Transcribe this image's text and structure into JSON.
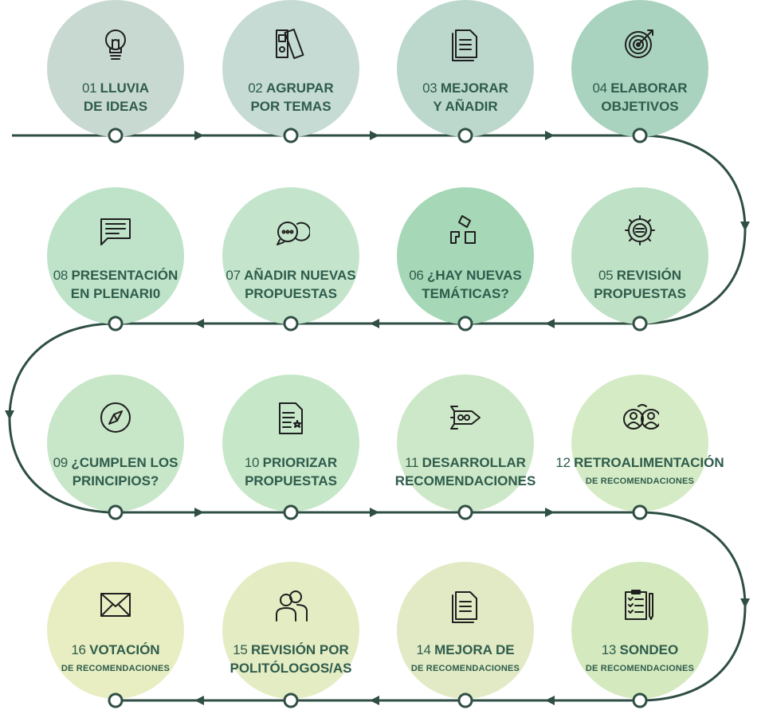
{
  "colors": {
    "line": "#2f4f44",
    "text": "#2f5c4c",
    "row1": [
      "#c8d9d2",
      "#c5dbd4",
      "#bcd8cd",
      "#a9d3bf"
    ],
    "row2": [
      "#bfe3c9",
      "#c4e5cc",
      "#a6d7b7",
      "#bfe1c5"
    ],
    "row3": [
      "#c8e6c8",
      "#c6e7c8",
      "#cde8c8",
      "#d5ebc5"
    ],
    "row4": [
      "#e8eec2",
      "#e4ecc3",
      "#e1eac4",
      "#d4e9be"
    ]
  },
  "steps": [
    {
      "num": "01",
      "title": "LLUVIA",
      "title2": "DE IDEAS",
      "sub": "",
      "icon": "lightbulb-icon"
    },
    {
      "num": "02",
      "title": "AGRUPAR",
      "title2": "POR TEMAS",
      "sub": "",
      "icon": "binders-icon"
    },
    {
      "num": "03",
      "title": "MEJORAR",
      "title2": "Y AÑADIR",
      "sub": "",
      "icon": "document-icon"
    },
    {
      "num": "04",
      "title": "ELABORAR",
      "title2": "OBJETIVOS",
      "sub": "",
      "icon": "target-icon"
    },
    {
      "num": "05",
      "title": "REVISIÓN",
      "title2": "PROPUESTAS",
      "sub": "",
      "icon": "gear-icon"
    },
    {
      "num": "06",
      "title": "¿HAY NUEVAS",
      "title2": "TEMÁTICAS?",
      "sub": "",
      "icon": "puzzle-icon"
    },
    {
      "num": "07",
      "title": "AÑADIR  NUEVAS",
      "title2": "PROPUESTAS",
      "sub": "",
      "icon": "chat-bubbles-icon"
    },
    {
      "num": "08",
      "title": "PRESENTACIÓN",
      "title2": "EN PLENARI0",
      "sub": "",
      "icon": "message-icon"
    },
    {
      "num": "09",
      "title": "¿CUMPLEN LOS",
      "title2": "PRINCIPIOS?",
      "sub": "",
      "icon": "compass-icon"
    },
    {
      "num": "10",
      "title": "PRIORIZAR",
      "title2": "PROPUESTAS",
      "sub": "",
      "icon": "starred-document-icon"
    },
    {
      "num": "11",
      "title": "DESARROLLAR",
      "title2": "RECOMENDACIONES",
      "sub": "",
      "icon": "rocket-icon"
    },
    {
      "num": "12",
      "title": "RETROALIMENTACIÓN",
      "title2": "",
      "sub": "DE RECOMENDACIONES",
      "icon": "people-exchange-icon"
    },
    {
      "num": "13",
      "title": "SONDEO",
      "title2": "",
      "sub": "DE RECOMENDACIONES",
      "icon": "checklist-icon"
    },
    {
      "num": "14",
      "title": "MEJORA DE",
      "title2": "",
      "sub": "DE RECOMENDACIONES",
      "icon": "document-icon"
    },
    {
      "num": "15",
      "title": "REVISIÓN  POR",
      "title2": "POLITÓLOGOS/AS",
      "sub": "",
      "icon": "people-icon"
    },
    {
      "num": "16",
      "title": "VOTACIÓN",
      "title2": "",
      "sub": "DE RECOMENDACIONES",
      "icon": "envelope-icon"
    }
  ]
}
